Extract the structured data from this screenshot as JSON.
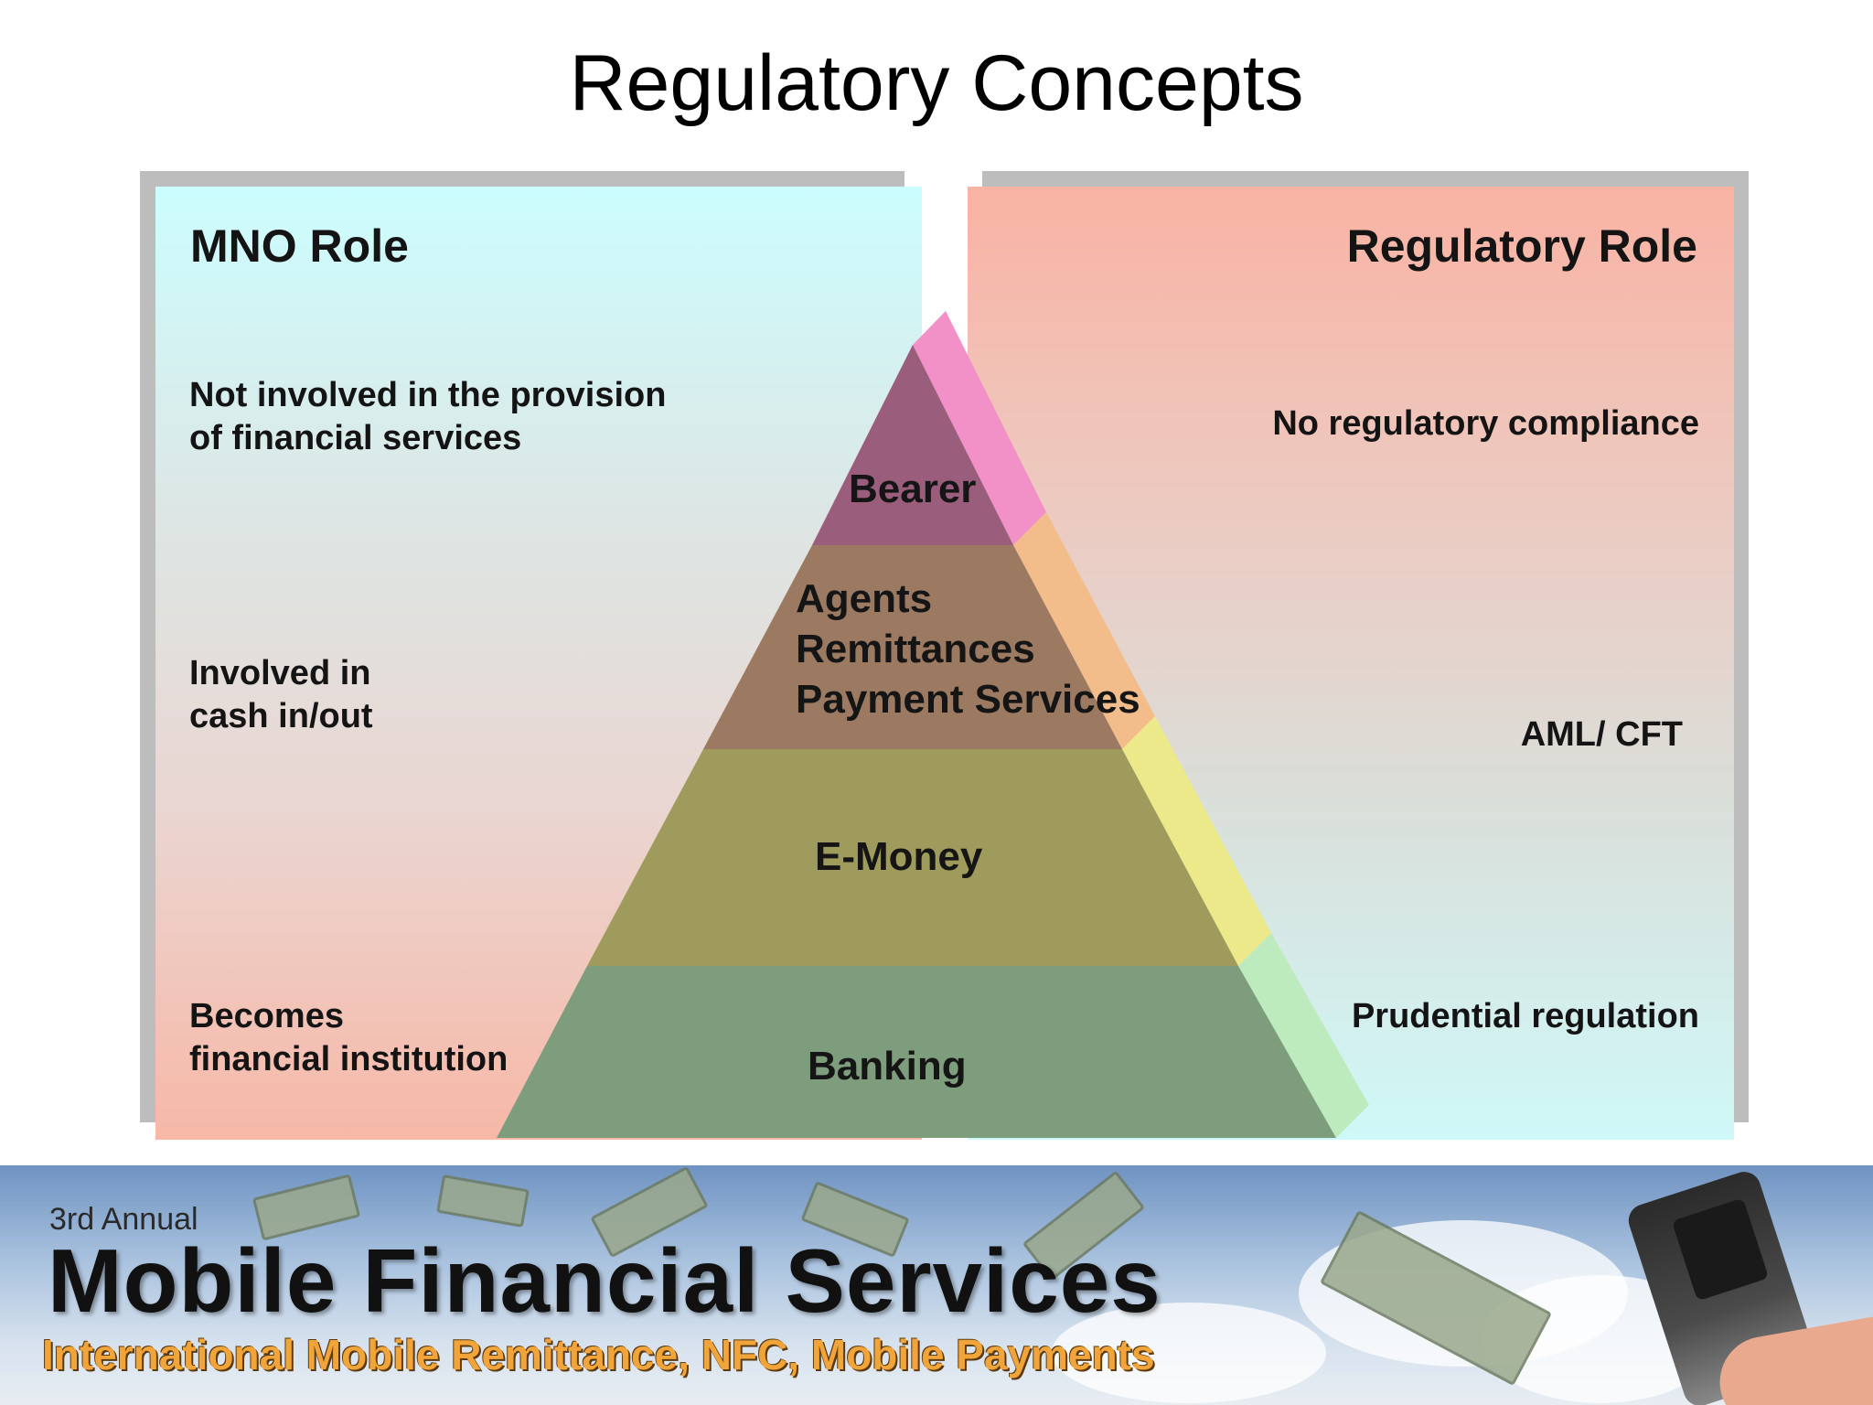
{
  "title": "Regulatory Concepts",
  "left_panel": {
    "heading": "MNO Role",
    "items": [
      [
        "Not involved in the provision",
        "of financial services"
      ],
      [
        "Involved in",
        "cash in/out"
      ],
      [
        "Becomes",
        "financial institution"
      ]
    ]
  },
  "right_panel": {
    "heading": "Regulatory Role",
    "items": [
      "No regulatory compliance",
      "AML/ CFT",
      "Prudential regulation"
    ]
  },
  "pyramid": {
    "tiers": [
      {
        "lines": [
          "Bearer"
        ],
        "face": "#9a5d7c",
        "side": "#f191c8"
      },
      {
        "lines": [
          "Agents",
          "Remittances",
          "Payment Services"
        ],
        "face": "#9c7a62",
        "side": "#f2bd8a"
      },
      {
        "lines": [
          "E-Money"
        ],
        "face": "#9e9b5c",
        "side": "#ece98a"
      },
      {
        "lines": [
          "Banking"
        ],
        "face": "#7d9d7d",
        "side": "#bdebbd"
      }
    ]
  },
  "banner": {
    "annual": "3rd Annual",
    "title": "Mobile Financial Services",
    "subtitle": "International Mobile Remittance, NFC, Mobile Payments"
  }
}
